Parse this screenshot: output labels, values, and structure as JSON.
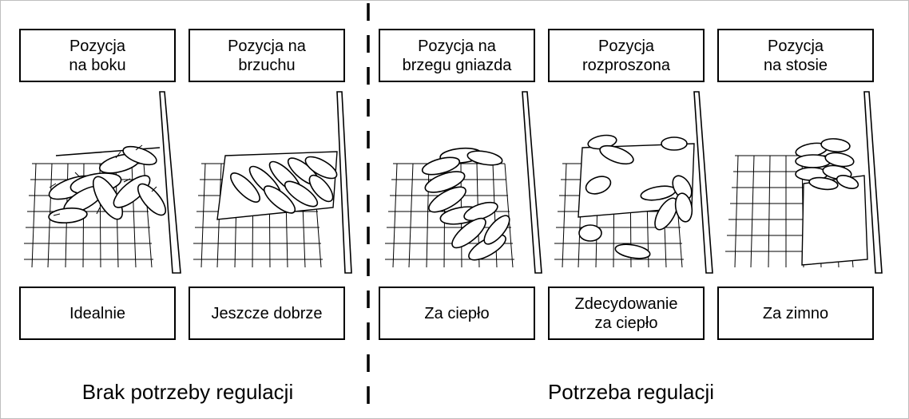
{
  "panels": [
    {
      "position_label": "Pozycja\nna boku",
      "assessment_label": "Idealnie",
      "icon": "piglets-lying-on-side"
    },
    {
      "position_label": "Pozycja na\nbrzuchu",
      "assessment_label": "Jeszcze dobrze",
      "icon": "piglets-lying-on-belly"
    },
    {
      "position_label": "Pozycja na\nbrzegu gniazda",
      "assessment_label": "Za ciepło",
      "icon": "piglets-at-nest-edge"
    },
    {
      "position_label": "Pozycja\nrozproszona",
      "assessment_label": "Zdecydowanie\nza ciepło",
      "icon": "piglets-scattered"
    },
    {
      "position_label": "Pozycja\nna stosie",
      "assessment_label": "Za zimno",
      "icon": "piglets-huddled-pile"
    }
  ],
  "groups": {
    "no_regulation": "Brak potrzeby regulacji",
    "regulation": "Potrzeba regulacji"
  }
}
